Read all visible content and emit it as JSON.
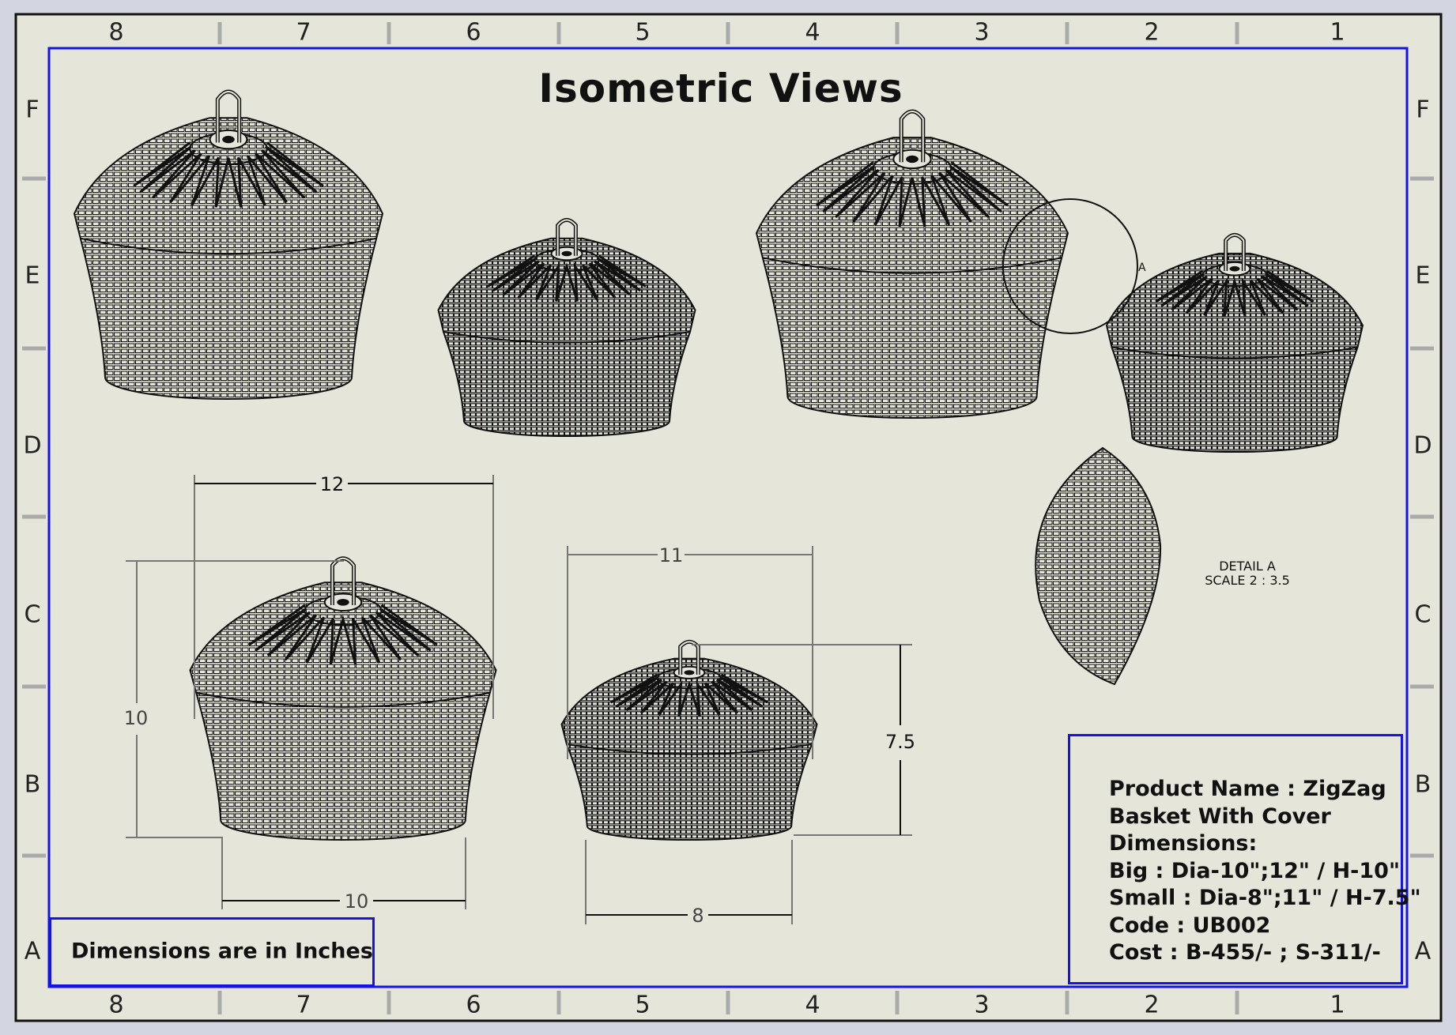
{
  "title": "Isometric Views",
  "columns": [
    "8",
    "7",
    "6",
    "5",
    "4",
    "3",
    "2",
    "1"
  ],
  "rows": [
    "F",
    "E",
    "D",
    "C",
    "B",
    "A"
  ],
  "detail": {
    "label": "DETAIL A",
    "scale": "SCALE 2 : 3.5",
    "circle_label": "A"
  },
  "dimensions": {
    "big_top_width": "12",
    "big_height": "10",
    "big_bottom_width": "10",
    "small_top_width": "11",
    "small_height": "7.5",
    "small_bottom_width": "8"
  },
  "note": "Dimensions are in Inches",
  "info": [
    "Product Name : ZigZag",
    "Basket With Cover",
    "Dimensions:",
    "Big : Dia-10\";12\" / H-10\"",
    "Small : Dia-8\";11\" / H-7.5\"",
    "Code : UB002",
    "Cost : B-455/- ; S-311/-"
  ],
  "colors": {
    "border": "#1414e6",
    "paper": "#e6e5da"
  }
}
